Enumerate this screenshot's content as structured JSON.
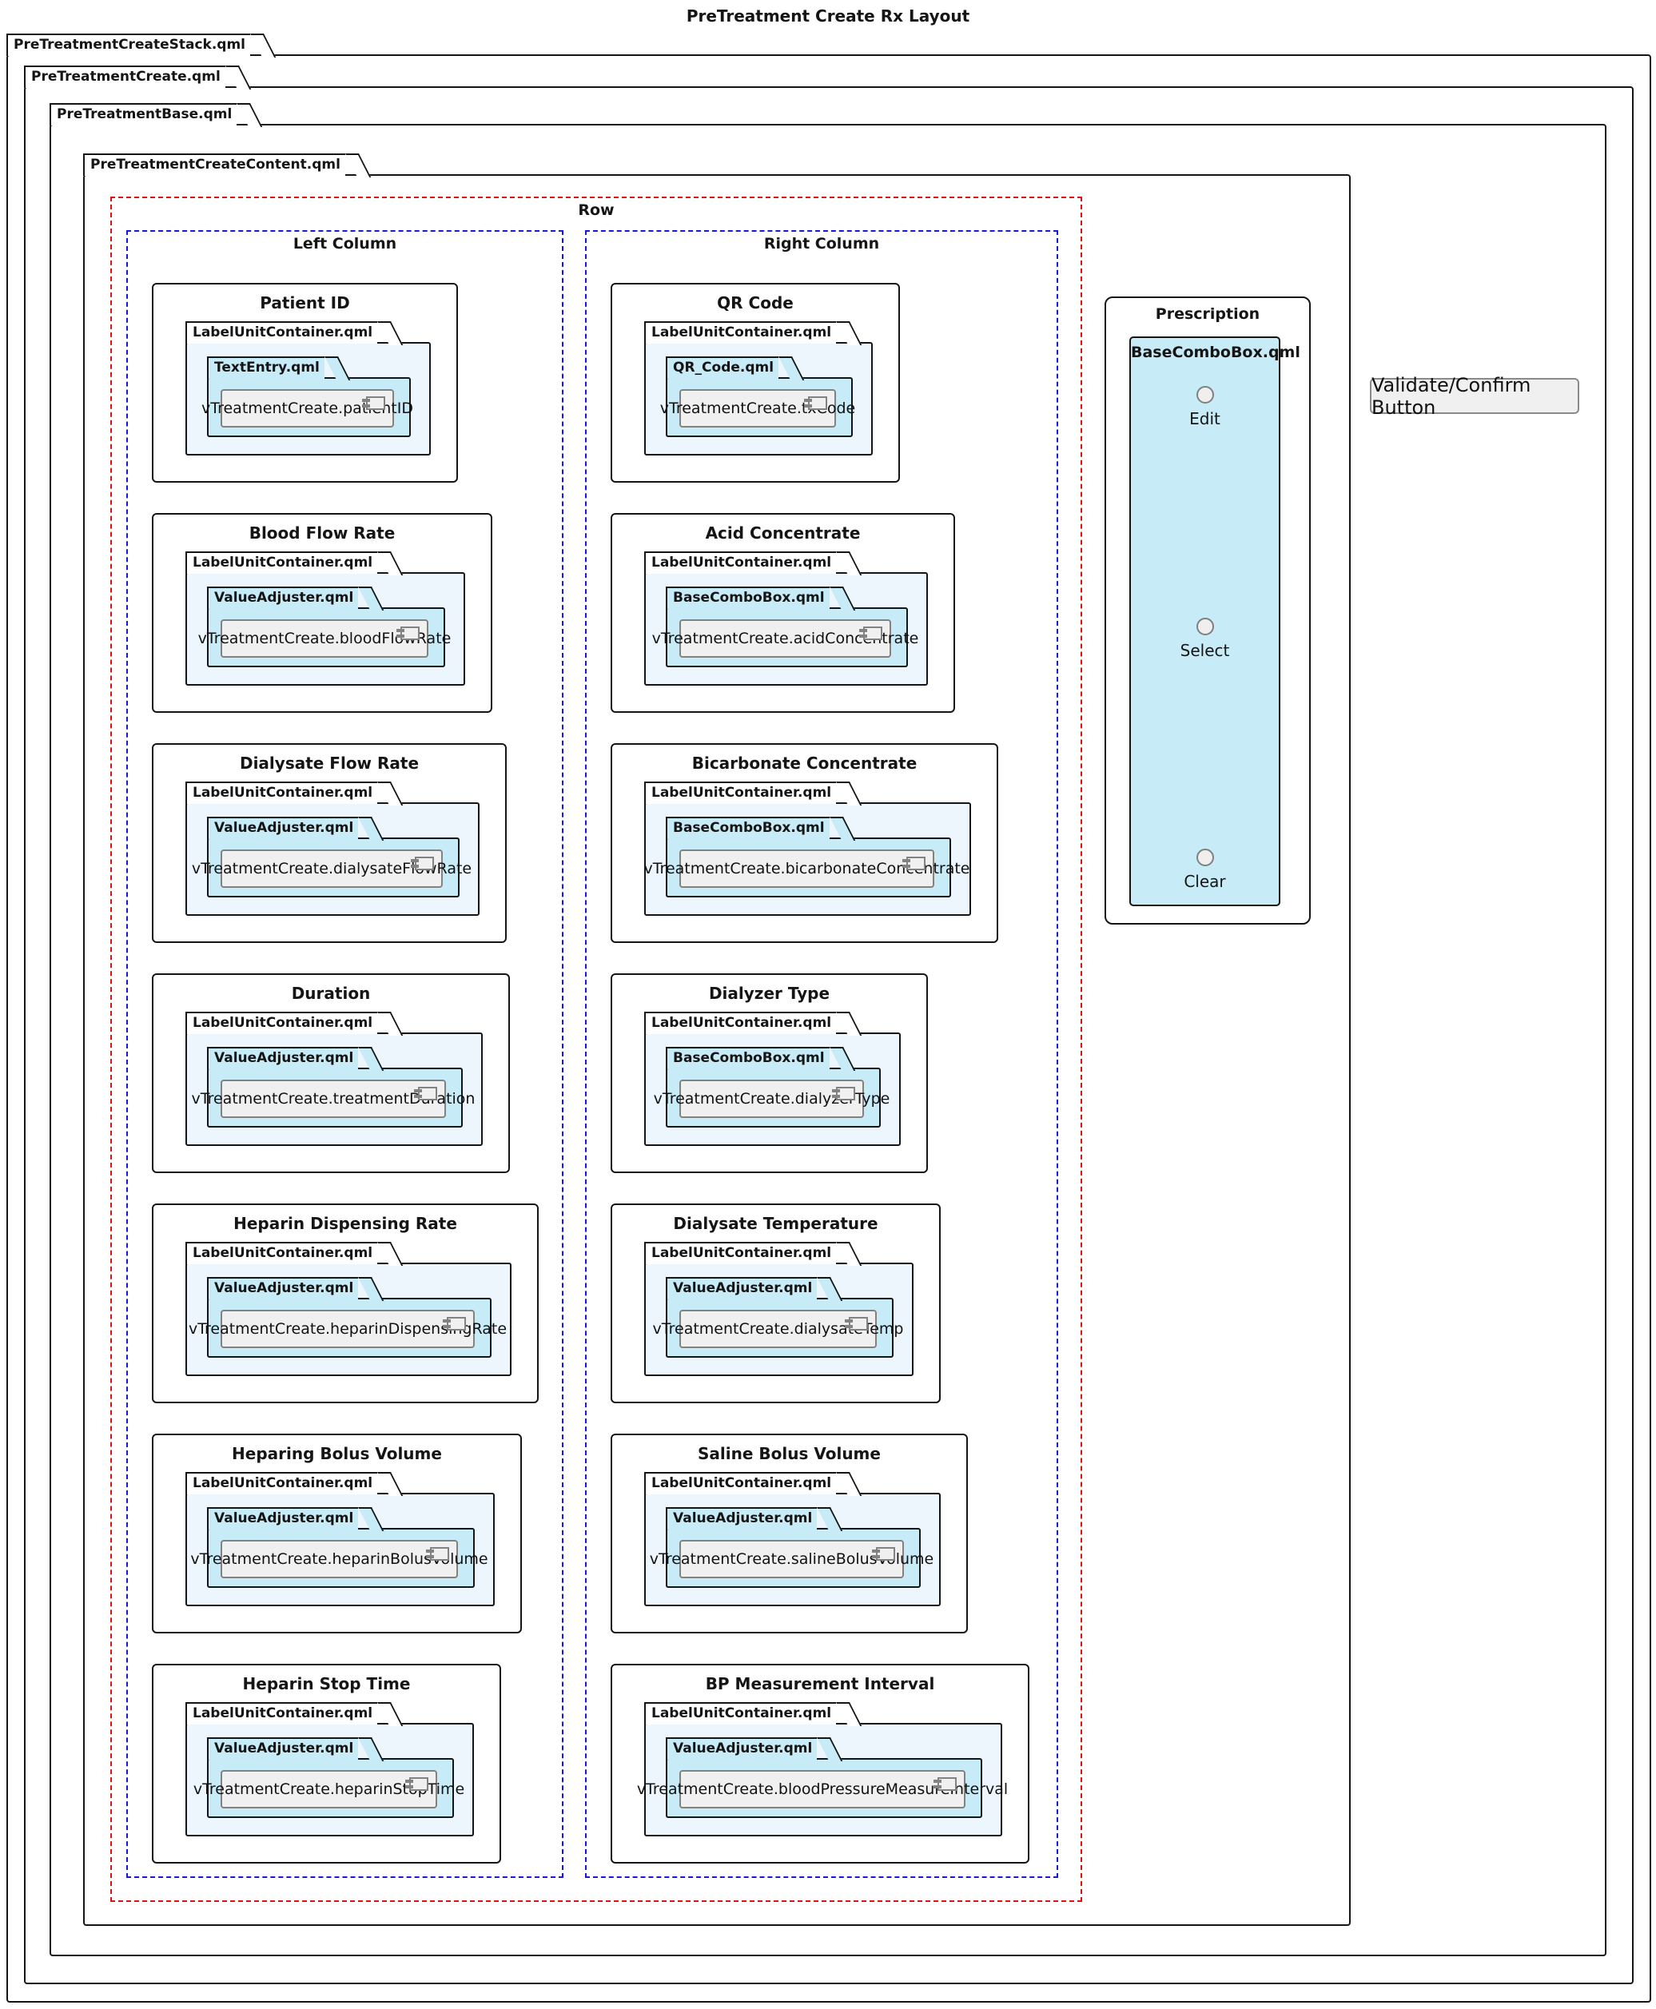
{
  "title": "PreTreatment Create Rx Layout",
  "frames": {
    "stack": "PreTreatmentCreateStack.qml",
    "create": "PreTreatmentCreate.qml",
    "base": "PreTreatmentBase.qml",
    "content": "PreTreatmentCreateContent.qml"
  },
  "row_label": "Row",
  "columns": {
    "left": {
      "label": "Left Column",
      "fields": [
        {
          "title": "Patient ID",
          "container": "LabelUnitContainer.qml",
          "control": "TextEntry.qml",
          "component": "vTreatmentCreate.patientID"
        },
        {
          "title": "Blood Flow Rate",
          "container": "LabelUnitContainer.qml",
          "control": "ValueAdjuster.qml",
          "component": "vTreatmentCreate.bloodFlowRate"
        },
        {
          "title": "Dialysate Flow Rate",
          "container": "LabelUnitContainer.qml",
          "control": "ValueAdjuster.qml",
          "component": "vTreatmentCreate.dialysateFlowRate"
        },
        {
          "title": "Duration",
          "container": "LabelUnitContainer.qml",
          "control": "ValueAdjuster.qml",
          "component": "vTreatmentCreate.treatmentDuration"
        },
        {
          "title": "Heparin Dispensing Rate",
          "container": "LabelUnitContainer.qml",
          "control": "ValueAdjuster.qml",
          "component": "vTreatmentCreate.heparinDispensingRate"
        },
        {
          "title": "Heparing Bolus Volume",
          "container": "LabelUnitContainer.qml",
          "control": "ValueAdjuster.qml",
          "component": "vTreatmentCreate.heparinBolusVolume"
        },
        {
          "title": "Heparin Stop Time",
          "container": "LabelUnitContainer.qml",
          "control": "ValueAdjuster.qml",
          "component": "vTreatmentCreate.heparinStopTime"
        }
      ]
    },
    "right": {
      "label": "Right Column",
      "fields": [
        {
          "title": "QR Code",
          "container": "LabelUnitContainer.qml",
          "control": "QR_Code.qml",
          "component": "vTreatmentCreate.txCode"
        },
        {
          "title": "Acid Concentrate",
          "container": "LabelUnitContainer.qml",
          "control": "BaseComboBox.qml",
          "component": "vTreatmentCreate.acidConcentrate"
        },
        {
          "title": "Bicarbonate Concentrate",
          "container": "LabelUnitContainer.qml",
          "control": "BaseComboBox.qml",
          "component": "vTreatmentCreate.bicarbonateConcentrate"
        },
        {
          "title": "Dialyzer Type",
          "container": "LabelUnitContainer.qml",
          "control": "BaseComboBox.qml",
          "component": "vTreatmentCreate.dialyzerType"
        },
        {
          "title": "Dialysate Temperature",
          "container": "LabelUnitContainer.qml",
          "control": "ValueAdjuster.qml",
          "component": "vTreatmentCreate.dialysateTemp"
        },
        {
          "title": "Saline Bolus Volume",
          "container": "LabelUnitContainer.qml",
          "control": "ValueAdjuster.qml",
          "component": "vTreatmentCreate.salineBolusVolume"
        },
        {
          "title": "BP Measurement Interval",
          "container": "LabelUnitContainer.qml",
          "control": "ValueAdjuster.qml",
          "component": "vTreatmentCreate.bloodPressureMeasureInterval"
        }
      ]
    }
  },
  "prescription": {
    "title": "Prescription",
    "combo": "BaseComboBox.qml",
    "options": [
      "Edit",
      "Select",
      "Clear"
    ]
  },
  "validate_button": "Validate/Confirm Button",
  "colors": {
    "container_fill": "#edf6fc",
    "control_fill": "#c8ebf8",
    "component_fill": "#f0f0f0",
    "row_guide": "#dd1111",
    "column_guide": "#1818d8"
  }
}
